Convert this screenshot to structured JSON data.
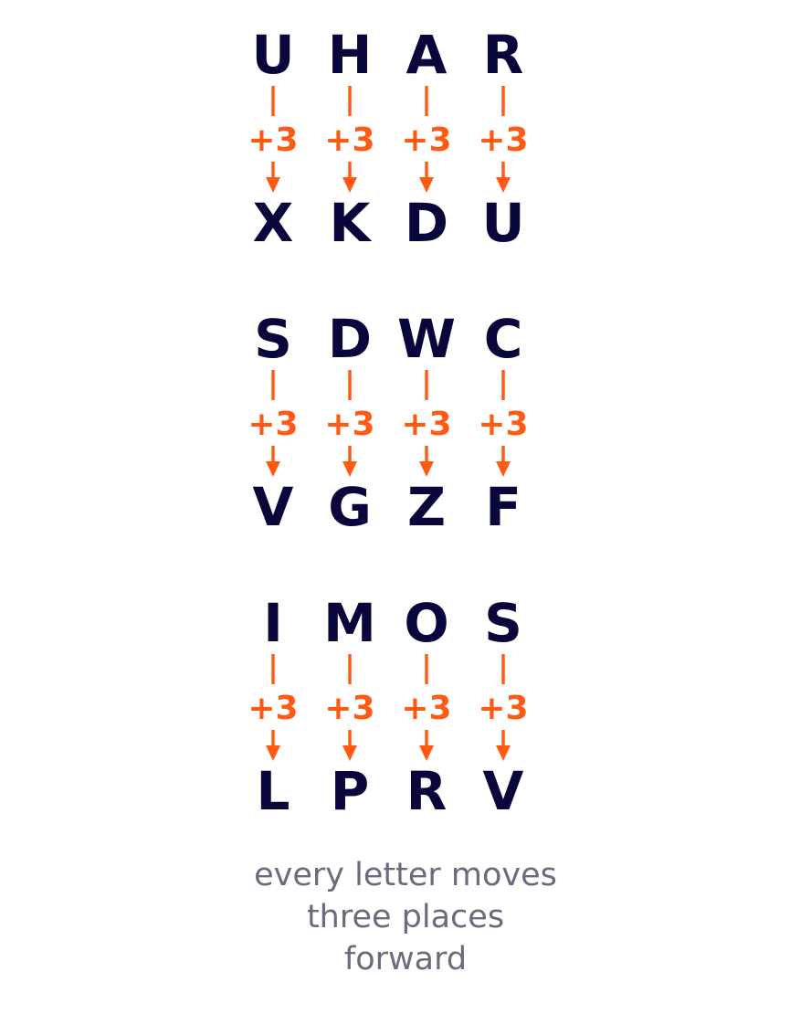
{
  "colors": {
    "letter": "#08063a",
    "shift": "#ff5a14",
    "caption": "#6b6b80"
  },
  "shift_label": "+3",
  "groups": [
    {
      "plain": [
        "U",
        "H",
        "A",
        "R"
      ],
      "cipher": [
        "X",
        "K",
        "D",
        "U"
      ]
    },
    {
      "plain": [
        "S",
        "D",
        "W",
        "C"
      ],
      "cipher": [
        "V",
        "G",
        "Z",
        "F"
      ]
    },
    {
      "plain": [
        "I",
        "M",
        "O",
        "S"
      ],
      "cipher": [
        "L",
        "P",
        "R",
        "V"
      ]
    }
  ],
  "caption": {
    "line1": "every letter moves",
    "line2": "three places",
    "line3": "forward"
  }
}
